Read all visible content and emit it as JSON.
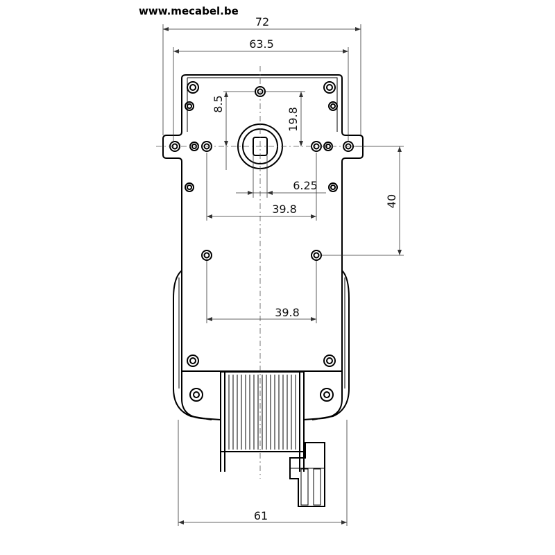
{
  "header": {
    "url": "www.mecabel.be"
  },
  "dimensions": {
    "overall_width": "72",
    "hole_span_top": "63.5",
    "offset_vertical": "8.5",
    "shaft_to_top_hole": "19.8",
    "flat_width": "6.25",
    "hole_span_mid": "39.8",
    "hole_span_lower": "39.8",
    "hole_pitch_vertical": "40",
    "base_width": "61"
  }
}
